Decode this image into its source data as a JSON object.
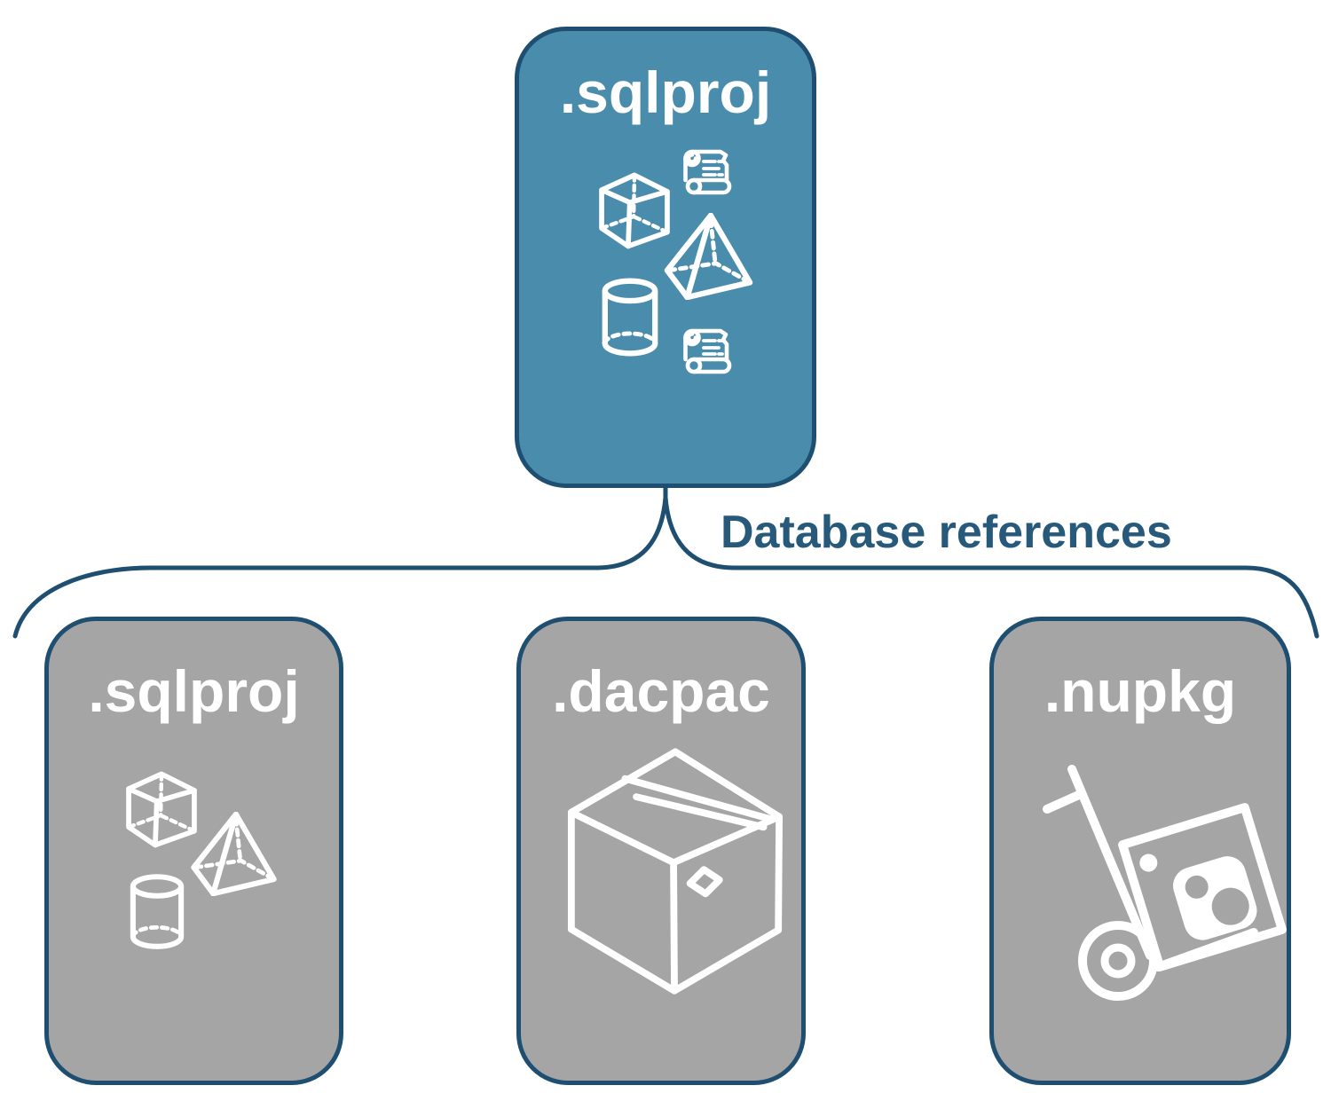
{
  "connector": {
    "label": "Database references"
  },
  "nodes": {
    "root": {
      "label": ".sqlproj",
      "icon_names": [
        "cube-icon",
        "scroll-icon",
        "pyramid-icon",
        "cylinder-icon",
        "scroll-icon"
      ]
    },
    "children": [
      {
        "label": ".sqlproj",
        "icon_names": [
          "cube-icon",
          "pyramid-icon",
          "cylinder-icon"
        ]
      },
      {
        "label": ".dacpac",
        "icon_names": [
          "package-box-icon"
        ]
      },
      {
        "label": ".nupkg",
        "icon_names": [
          "nuget-handtruck-icon"
        ]
      }
    ]
  },
  "colors": {
    "accent_teal": "#4a8cac",
    "node_gray": "#a5a5a5",
    "outline_blue": "#1e4e70",
    "label_blue": "#27597b",
    "icon_white": "#ffffff"
  }
}
